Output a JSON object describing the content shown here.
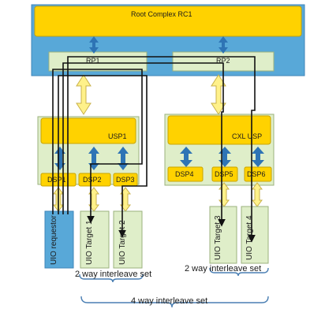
{
  "diagram": {
    "root_complex": "Root Complex RC1",
    "rp1": "RP1",
    "rp2": "RP2",
    "usp1": "USP1",
    "cxl_usp": "CXL USP",
    "dsp1": "DSP1",
    "dsp2": "DSP2",
    "dsp3": "DSP3",
    "dsp4": "DSP4",
    "dsp5": "DSP5",
    "dsp6": "DSP6",
    "uio_requestor": "UIO requestor",
    "uio_target_1": "UIO Target 1",
    "uio_target_2": "UIO Target 2",
    "uio_target_3": "UIO Target 3",
    "uio_target_4": "UIO Target 4",
    "interleave_left": "2 way interleave set",
    "interleave_right": "2 way interleave set",
    "interleave_all": "4 way interleave set"
  },
  "colors": {
    "yellow": "#ffd200",
    "light_green": "#dfeec9",
    "blue_area": "#58a8d8",
    "arrow_blue": "#2e74b5",
    "arrow_yellow": "#fff18a"
  }
}
